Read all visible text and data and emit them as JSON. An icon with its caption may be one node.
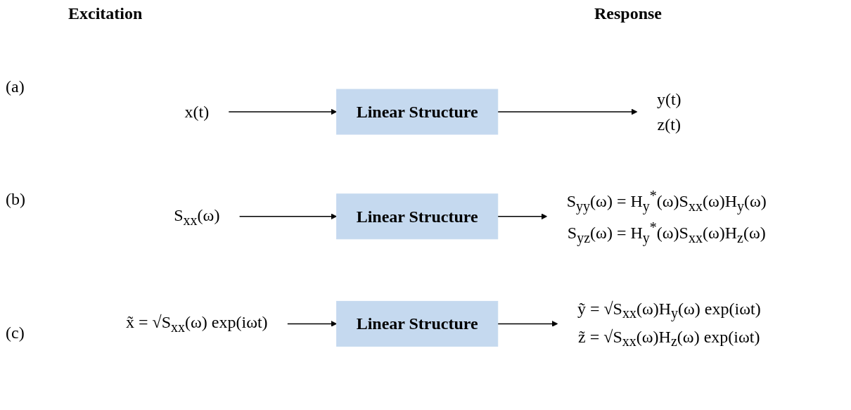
{
  "diagram": {
    "nodes": [
      {
        "text": [
          "x(t)"
        ]
      },
      {
        "text": [
          "Linear Structure"
        ]
      },
      {
        "text": [
          "y(t)",
          "z(t)"
        ]
      },
      {
        "text": [
          "S$_{xx}$(ω)"
        ]
      },
      {
        "text": [
          "Linear Structure"
        ]
      },
      {
        "text": [
          "S$_{yy}$(ω) = H$_{y}$$^{*}$(ω)S$_{xx}$(ω)H$_{y}$(ω)",
          "S$_{yz}$(ω) = H$_{y}$$^{*}$(ω)S$_{xx}$(ω)H$_{z}$(ω)"
        ]
      },
      {
        "text": [
          "x̃ = √S$_{xx}$(ω) exp(iωt)"
        ]
      },
      {
        "text": [
          "Linear Structure"
        ]
      },
      {
        "text": [
          "ỹ = √S$_{xx}$(ω)H$_{y}$(ω) exp(iωt)",
          "z̃ = √S$_{xx}$(ω)H$_{z}$(ω) exp(iωt)"
        ]
      }
    ],
    "edges": [
      {
        "from": 0,
        "to": 1,
        "arrow": "to"
      },
      {
        "from": 1,
        "to": 2,
        "arrow": "to"
      },
      {
        "from": 3,
        "to": 4,
        "arrow": "to"
      },
      {
        "from": 4,
        "to": 5,
        "arrow": "to"
      },
      {
        "from": 6,
        "to": 7,
        "arrow": "to"
      },
      {
        "from": 7,
        "to": 8,
        "arrow": "to"
      }
    ],
    "labels": [
      "Excitation",
      "Response",
      "(a)",
      "(b)",
      "(c)"
    ]
  }
}
